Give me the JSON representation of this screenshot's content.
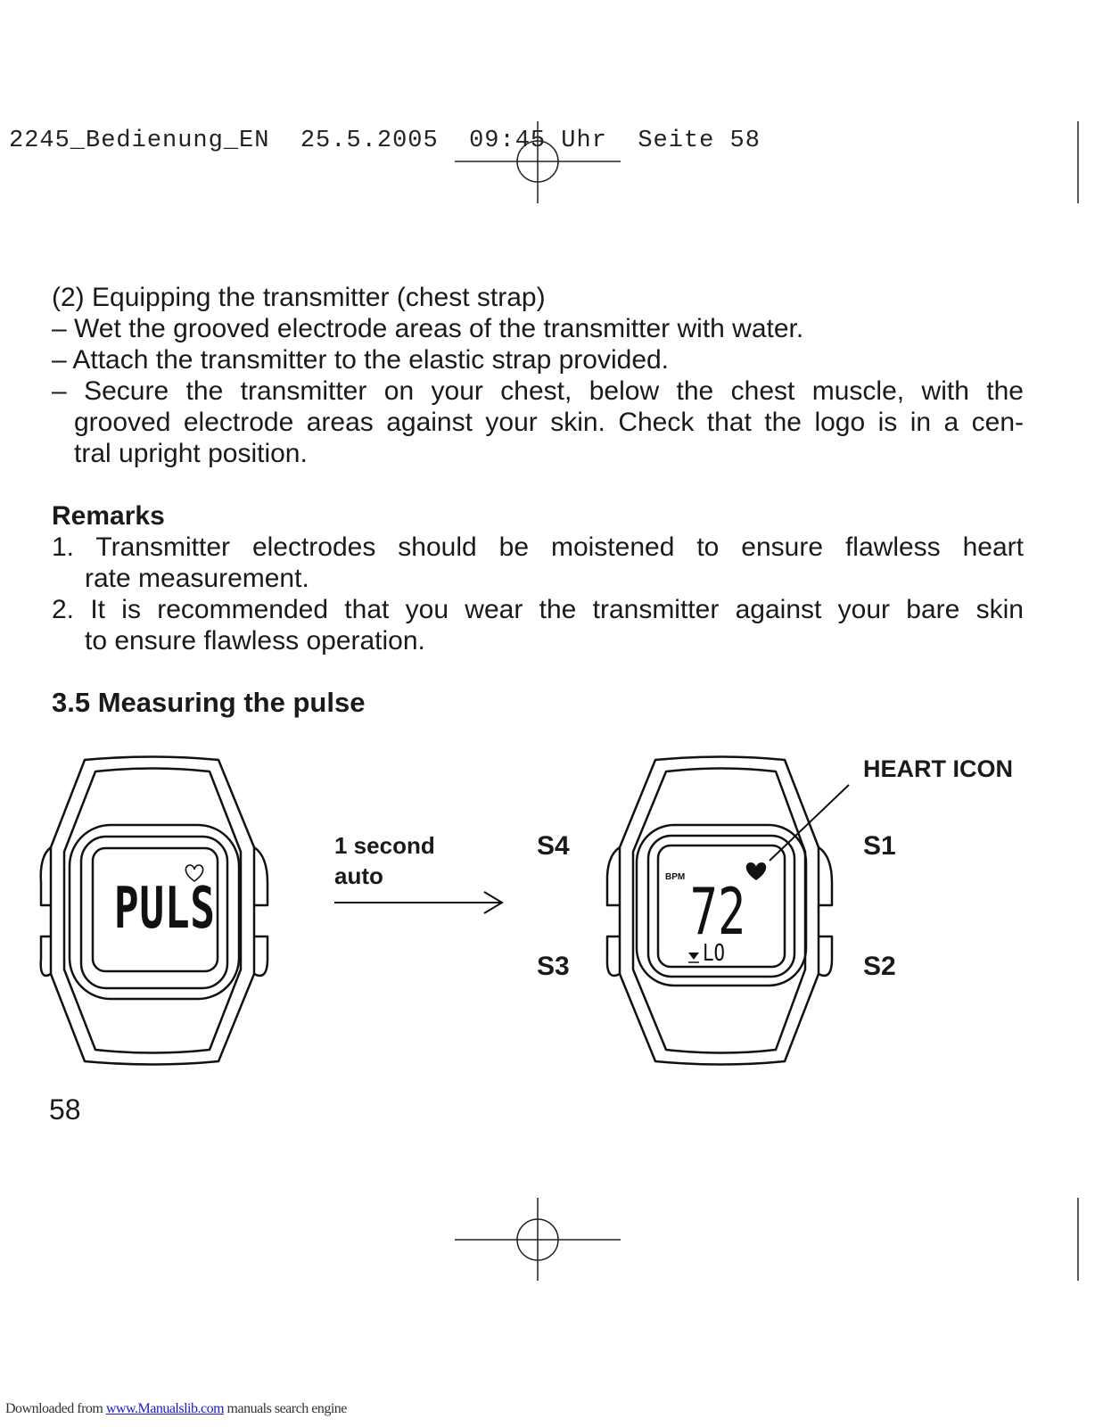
{
  "header": {
    "doc_id": "2245_Bedienung_EN",
    "date": "25.5.2005",
    "time": "09:45 Uhr",
    "page_label": "Seite 58"
  },
  "section_equip": {
    "title": "(2) Equipping the transmitter (chest strap)",
    "items": [
      "– Wet the grooved electrode areas of the transmitter with water.",
      "– Attach the transmitter to the elastic strap provided.",
      "– Secure the transmitter on your chest, below the chest muscle, with the",
      "grooved electrode areas against your skin. Check that the logo is in a cen-",
      "tral upright position."
    ]
  },
  "remarks": {
    "heading": "Remarks",
    "items": [
      "1. Transmitter electrodes should be moistened to ensure flawless heart",
      "rate measurement.",
      "2. It is recommended that you wear the transmitter against your bare skin",
      "to ensure flawless operation."
    ]
  },
  "section_pulse": {
    "heading": "3.5  Measuring the pulse"
  },
  "figure": {
    "watch1_display": "PULS",
    "arrow_label_1": "1 second",
    "arrow_label_2": "auto",
    "watch2_unit": "BPM",
    "watch2_value": "72",
    "watch2_zone": "LO",
    "heart_callout": "HEART ICON",
    "buttons": {
      "s1": "S1",
      "s2": "S2",
      "s3": "S3",
      "s4": "S4"
    }
  },
  "page_number": "58",
  "footer": {
    "prefix": "Downloaded from ",
    "link": "www.Manualslib.com",
    "suffix": " manuals search engine"
  }
}
